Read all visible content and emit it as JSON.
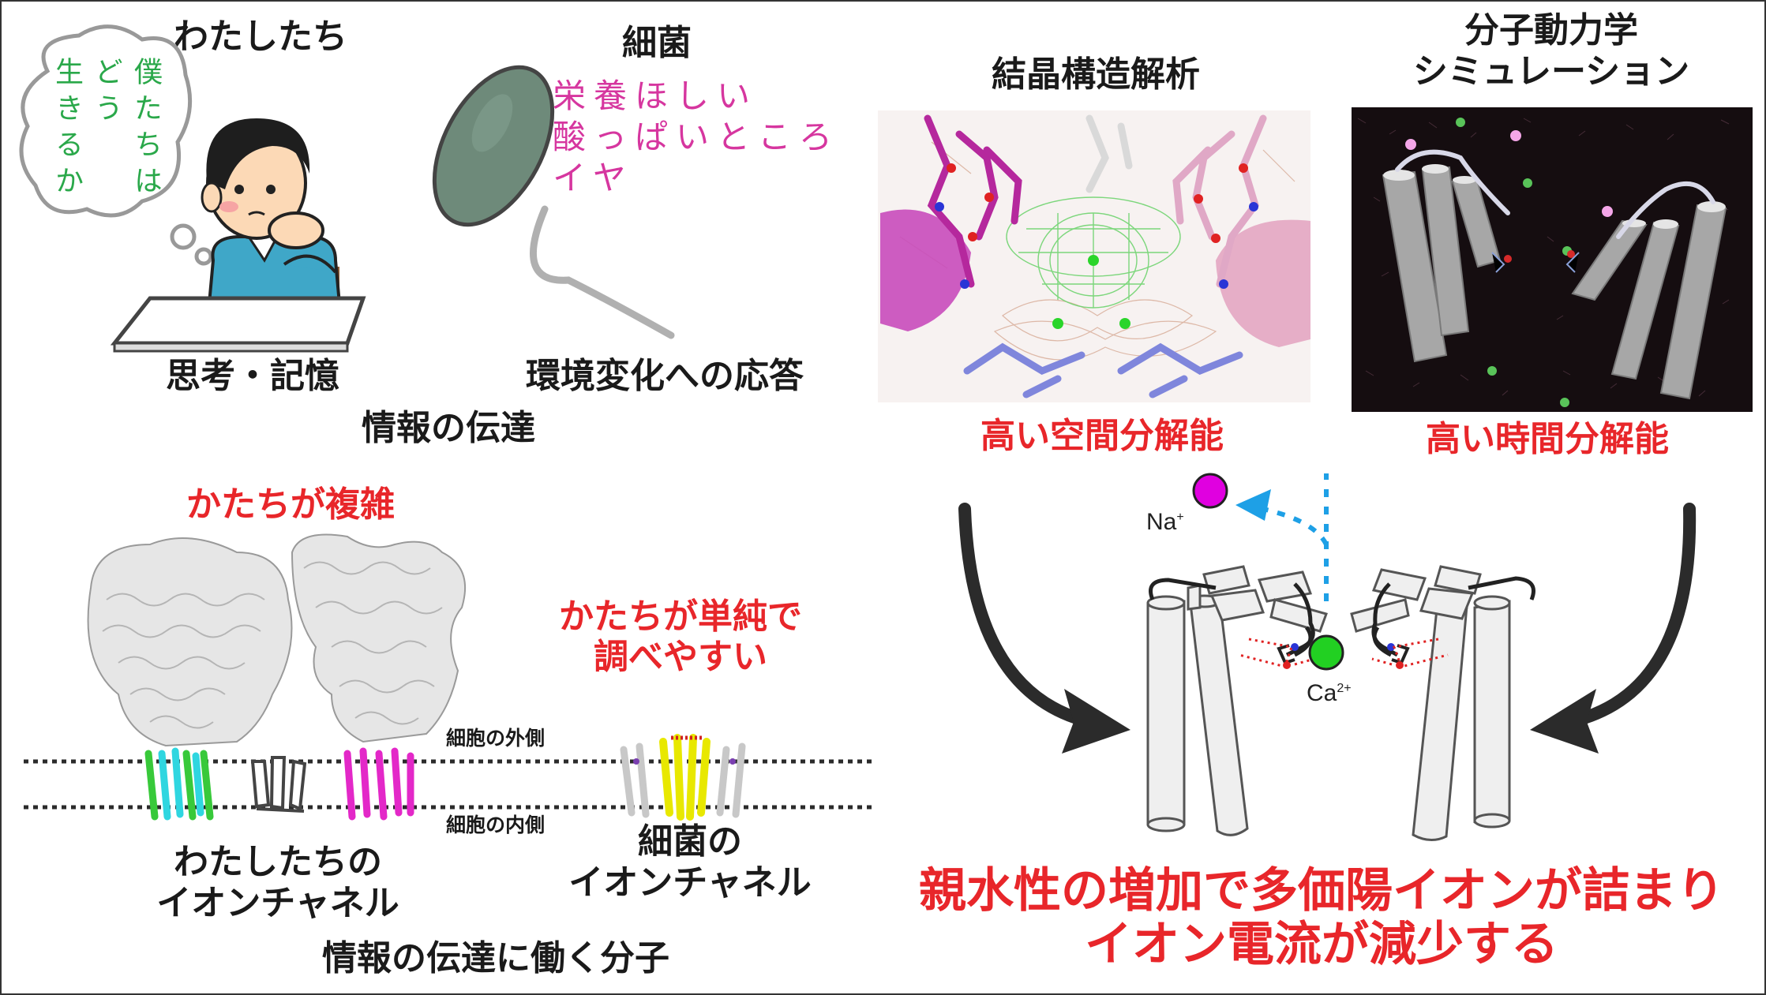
{
  "top_left": {
    "us_title": "わたしたち",
    "thought_col1": "生きるか",
    "thought_col2": "どう",
    "thought_col3": "僕たちは",
    "us_caption": "思考・記憶",
    "bacteria_title": "細菌",
    "bacteria_line1": "栄養ほしい",
    "bacteria_line2": "酸っぱいところ",
    "bacteria_line3": "イヤ",
    "bacteria_caption": "環境変化への応答",
    "info_transfer": "情報の伝達"
  },
  "bottom_left": {
    "complex_shape": "かたちが複雑",
    "simple_shape_line1": "かたちが単純で",
    "simple_shape_line2": "調べやすい",
    "outside_cell": "細胞の外側",
    "inside_cell": "細胞の内側",
    "our_channel_line1": "わたしたちの",
    "our_channel_line2": "イオンチャネル",
    "bact_channel_line1": "細菌の",
    "bact_channel_line2": "イオンチャネル",
    "molecule_caption": "情報の伝達に働く分子"
  },
  "right": {
    "crystal_title": "結晶構造解析",
    "md_title_line1": "分子動力学",
    "md_title_line2": "シミュレーション",
    "spatial_res": "高い空間分解能",
    "temporal_res": "高い時間分解能",
    "na_label": "Na",
    "na_charge": "+",
    "ca_label": "Ca",
    "ca_charge": "2+",
    "conclusion_line1": "親水性の増加で多価陽イオンが詰まり",
    "conclusion_line2": "イオン電流が減少する"
  },
  "colors": {
    "red_text": "#e8262a",
    "green_text": "#2aa84a",
    "pink_text": "#d6369f",
    "na_ion": "#e000e0",
    "ca_ion": "#22d022",
    "arrow_blue": "#1ea0e6"
  }
}
